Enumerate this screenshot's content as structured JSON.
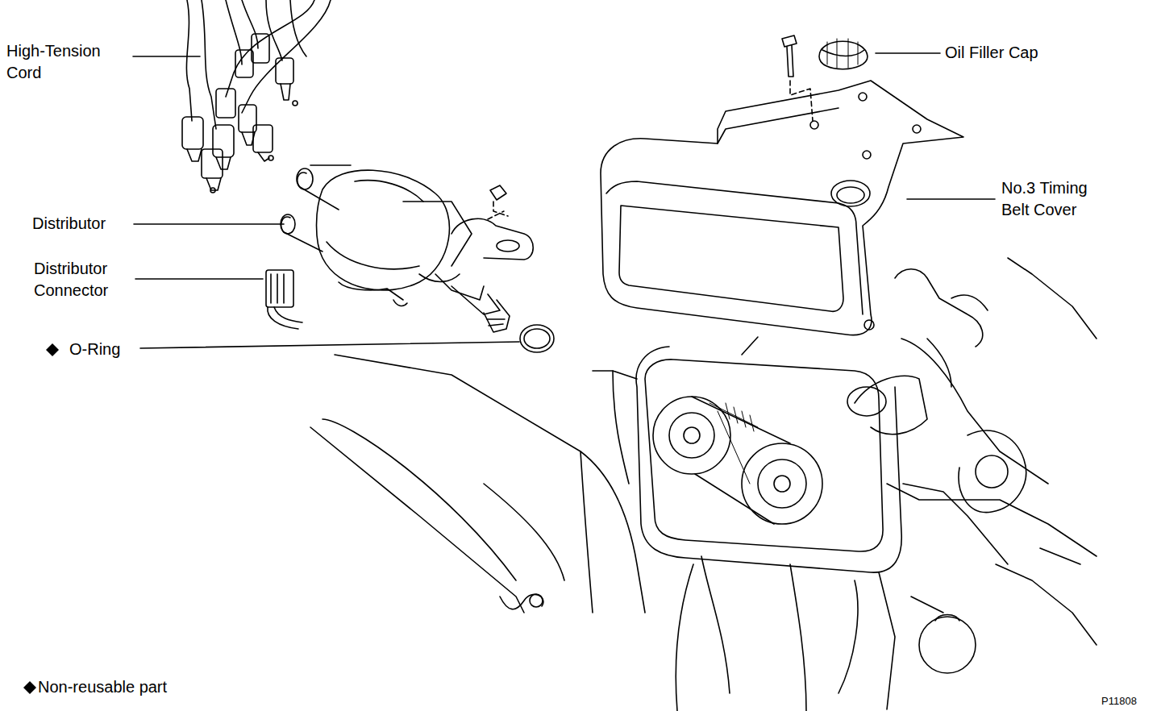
{
  "diagram": {
    "labels": [
      "High-Tension Cord",
      "Distributor",
      "Distributor Connector",
      "O-Ring",
      "Oil Filler Cap",
      "No.3 Timing Belt Cover",
      "P11808"
    ],
    "legend": [
      {
        "text": "Non-reusable part"
      }
    ]
  }
}
